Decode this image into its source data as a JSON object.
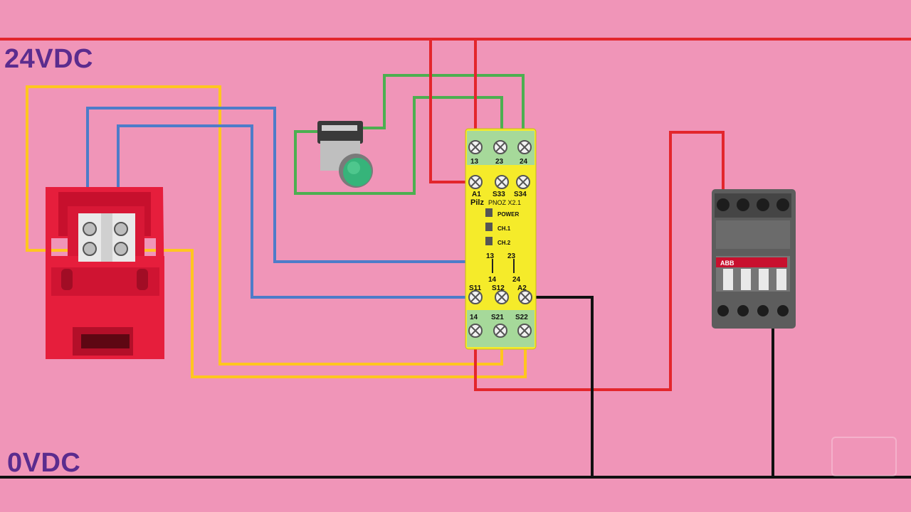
{
  "rails": {
    "positive": "24VDC",
    "negative": "0VDC"
  },
  "relay": {
    "brand": "Pilz",
    "model": "PNOZ X2.1",
    "top_terminals": [
      "13",
      "23",
      "24"
    ],
    "upper_terminals": [
      "A1",
      "S33",
      "S34"
    ],
    "leds": [
      "POWER",
      "CH.1",
      "CH.2"
    ],
    "contact_labels": [
      "13",
      "14",
      "23",
      "24"
    ],
    "mid_terminals": [
      "S11",
      "S12",
      "A2"
    ],
    "bottom_terminals": [
      "14",
      "S21",
      "S22"
    ]
  },
  "contactor": {
    "brand": "ABB"
  },
  "colors": {
    "background": "#f095b8",
    "rail_24v": "#e3262c",
    "rail_0v": "#111111",
    "wire_yellow": "#ffc61f",
    "wire_blue": "#4d7cc9",
    "wire_green": "#4caf50",
    "wire_red": "#e3262c",
    "relay_body": "#f5eb2a",
    "terminal_strip": "#a6d99a",
    "label_color": "#5b2c8e"
  },
  "icons": {
    "safety_switch": "door-interlock-switch-icon",
    "pushbutton": "green-pushbutton-icon",
    "contactor": "contactor-icon",
    "terminal": "screw-terminal-icon"
  }
}
